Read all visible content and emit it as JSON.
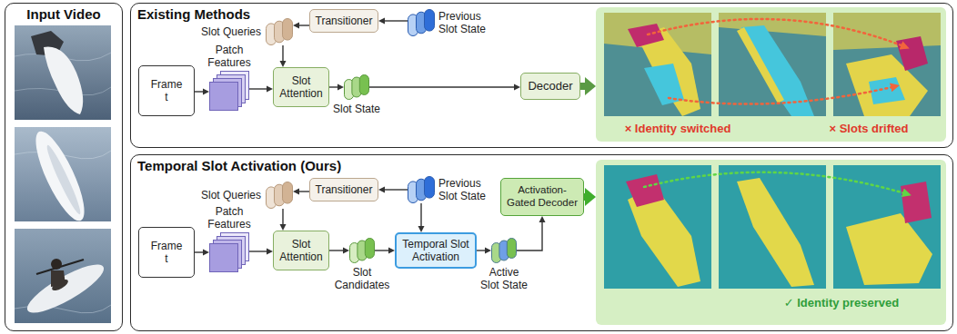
{
  "diagram": {
    "nodes": [
      {
        "text": [
          "Input Video"
        ]
      },
      {
        "text": [
          "Existing Methods"
        ]
      },
      {
        "text": [
          "Slot Queries"
        ],
        "in": 1
      },
      {
        "text": [
          "Transitioner"
        ],
        "in": 1
      },
      {
        "text": [
          "Previous Slot State"
        ],
        "in": 1
      },
      {
        "text": [
          "Patch Features"
        ],
        "in": 1
      },
      {
        "text": [
          "Frame t"
        ],
        "in": 1
      },
      {
        "text": [
          "Slot Attention"
        ],
        "in": 1
      },
      {
        "text": [
          "Slot State"
        ],
        "in": 1
      },
      {
        "text": [
          "Decoder"
        ],
        "in": 1
      },
      {
        "text": [
          "× Identity switched",
          "× Slots drifted"
        ],
        "in": 1
      },
      {
        "text": [
          "Temporal Slot Activation (Ours)"
        ]
      },
      {
        "text": [
          "Slot Queries"
        ],
        "in": 11
      },
      {
        "text": [
          "Transitioner"
        ],
        "in": 11
      },
      {
        "text": [
          "Previous Slot State"
        ],
        "in": 11
      },
      {
        "text": [
          "Activation-Gated Decoder"
        ],
        "in": 11
      },
      {
        "text": [
          "Patch Features"
        ],
        "in": 11
      },
      {
        "text": [
          "Frame t"
        ],
        "in": 11
      },
      {
        "text": [
          "Slot Attention"
        ],
        "in": 11
      },
      {
        "text": [
          "Slot Candidates"
        ],
        "in": 11
      },
      {
        "text": [
          "Temporal Slot Activation"
        ],
        "in": 11
      },
      {
        "text": [
          "Active Slot State"
        ],
        "in": 11
      },
      {
        "text": [
          "✓ Identity preserved"
        ],
        "in": 11
      }
    ],
    "edges": [
      {
        "from": 4,
        "to": 3,
        "arrow": "to"
      },
      {
        "from": 3,
        "to": 2,
        "arrow": "to"
      },
      {
        "from": 2,
        "to": 7,
        "arrow": "to"
      },
      {
        "from": 6,
        "to": 5,
        "arrow": "to"
      },
      {
        "from": 5,
        "to": 7,
        "arrow": "to"
      },
      {
        "from": 7,
        "to": 8,
        "arrow": "to"
      },
      {
        "from": 8,
        "to": 9,
        "arrow": "to"
      },
      {
        "from": 9,
        "to": 10,
        "arrow": "to"
      },
      {
        "from": 14,
        "to": 13,
        "arrow": "to"
      },
      {
        "from": 13,
        "to": 12,
        "arrow": "to"
      },
      {
        "from": 12,
        "to": 18,
        "arrow": "to"
      },
      {
        "from": 17,
        "to": 16,
        "arrow": "to"
      },
      {
        "from": 16,
        "to": 18,
        "arrow": "to"
      },
      {
        "from": 18,
        "to": 19,
        "arrow": "to"
      },
      {
        "from": 19,
        "to": 20,
        "arrow": "to"
      },
      {
        "from": 14,
        "to": 20,
        "arrow": "to"
      },
      {
        "from": 20,
        "to": 21,
        "arrow": "to"
      },
      {
        "from": 21,
        "to": 15,
        "arrow": "to"
      },
      {
        "from": 15,
        "to": 22,
        "arrow": "to"
      }
    ]
  }
}
